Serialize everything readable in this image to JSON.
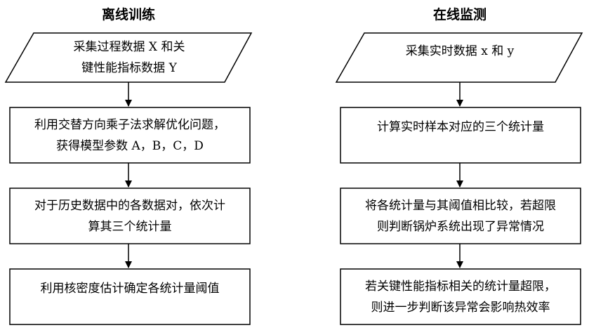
{
  "left": {
    "title": "离线训练",
    "steps": [
      [
        "采集过程数据 X 和关",
        "键性能指标数据 Y"
      ],
      [
        "利用交替方向乘子法求解优化问题，",
        "获得模型参数 A，B，C，D"
      ],
      [
        "对于历史数据中的各数据对，依次计",
        "算其三个统计量"
      ],
      [
        "利用核密度估计确定各统计量阈值"
      ]
    ]
  },
  "right": {
    "title": "在线监测",
    "steps": [
      [
        "采集实时数据 x 和 y"
      ],
      [
        "计算实时样本对应的三个统计量"
      ],
      [
        "将各统计量与其阈值相比较，若超限",
        "则判断锅炉系统出现了异常情况"
      ],
      [
        "若关键性能指标相关的统计量超限，",
        "则进一步判断该异常会影响热效率"
      ]
    ]
  }
}
